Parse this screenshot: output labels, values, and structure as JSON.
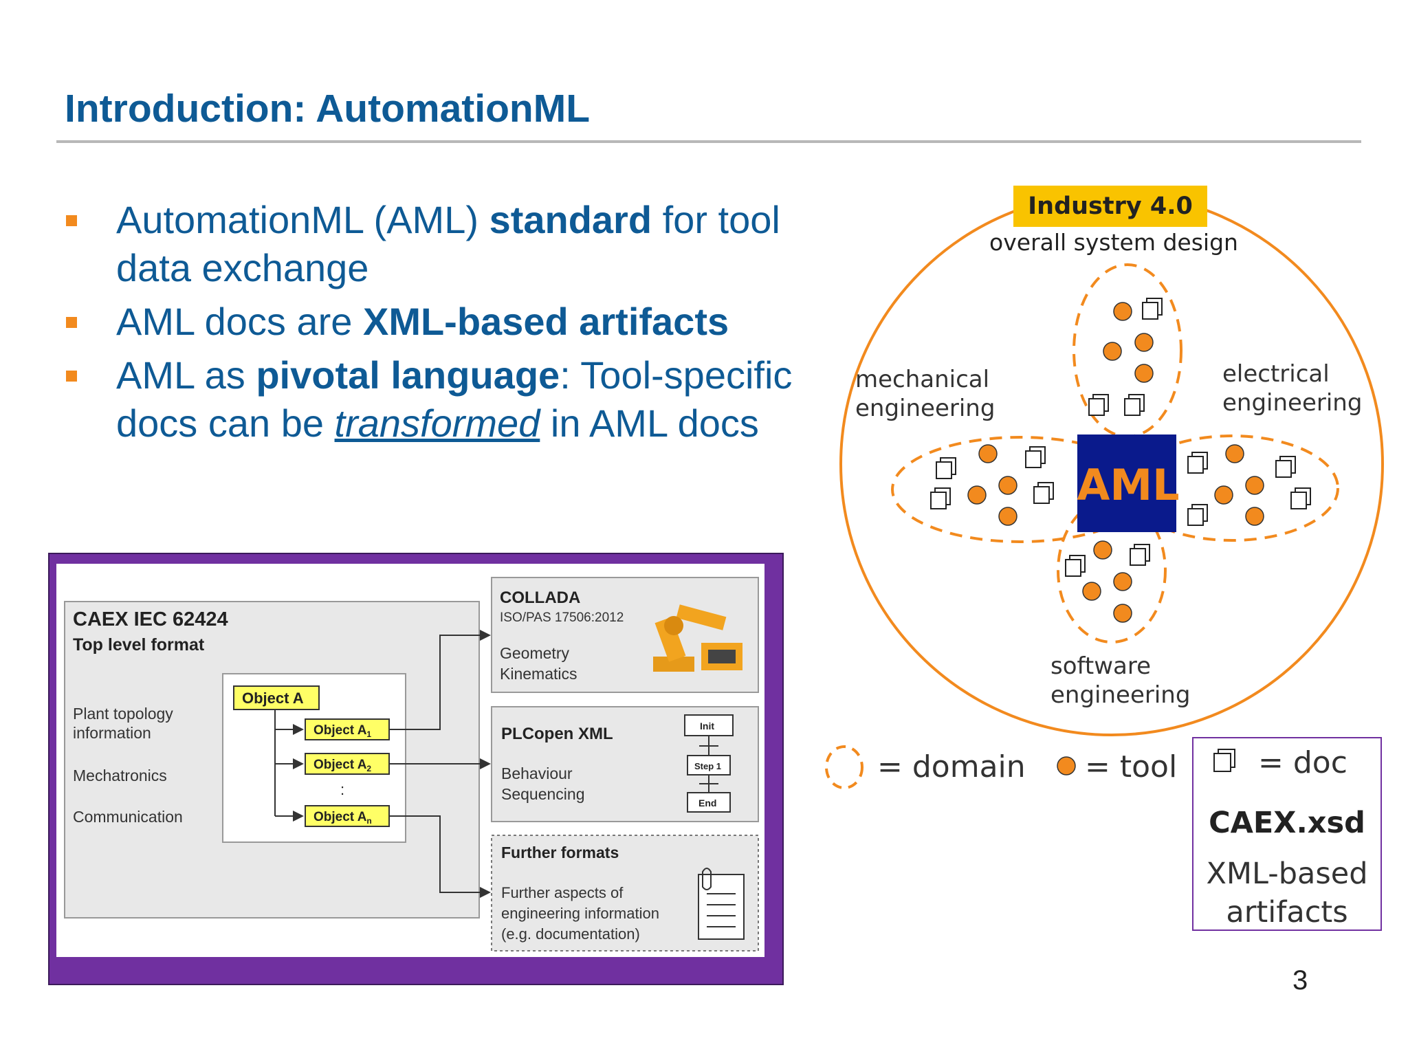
{
  "slide": {
    "title": "Introduction: AutomationML",
    "page_number": "3"
  },
  "bullets": [
    {
      "pre": "AutomationML (AML) ",
      "bold": "standard",
      "post": " for tool data exchange"
    },
    {
      "pre": "AML docs are ",
      "bold": "XML-based artifacts",
      "post": ""
    },
    {
      "pre": "AML as ",
      "bold": "pivotal language",
      "mid": ": Tool-specific docs can be ",
      "italic": "transformed",
      "post": " in AML docs"
    }
  ],
  "caex_figure": {
    "caex_title": "CAEX IEC 62424",
    "caex_subtitle": "Top level format",
    "caex_items": [
      "Plant topology information",
      "Mechatronics",
      "Communication"
    ],
    "object_main": "Object A",
    "objects": [
      "Object A",
      "Object A",
      "Object A"
    ],
    "object_subscripts": [
      "1",
      "2",
      "n"
    ],
    "ellipsis": ":",
    "collada_title": "COLLADA",
    "collada_sub": "ISO/PAS 17506:2012",
    "collada_items": [
      "Geometry",
      "Kinematics"
    ],
    "plcopen_title": "PLCopen XML",
    "plcopen_items": [
      "Behaviour",
      "Sequencing"
    ],
    "plcopen_flow": [
      "Init",
      "Step 1",
      "End"
    ],
    "further_title": "Further formats",
    "further_items": [
      "Further aspects of",
      "engineering information",
      "(e.g. documentation)"
    ]
  },
  "aml_diagram": {
    "industry_label": "Industry 4.0",
    "overall_label": "overall system design",
    "mechanical_label": [
      "mechanical",
      "engineering"
    ],
    "electrical_label": [
      "electrical",
      "engineering"
    ],
    "software_label": [
      "software",
      "engineering"
    ],
    "center_label": "AML",
    "legend_domain": "= domain",
    "legend_tool": "= tool",
    "legend_doc": "= doc",
    "box_title": "CAEX.xsd",
    "box_text": [
      "XML-based",
      "artifacts"
    ],
    "colors": {
      "orange": "#f28a1e",
      "navy": "#0a1a8c",
      "yellow": "#f9c300",
      "purple": "#7030a0"
    }
  }
}
